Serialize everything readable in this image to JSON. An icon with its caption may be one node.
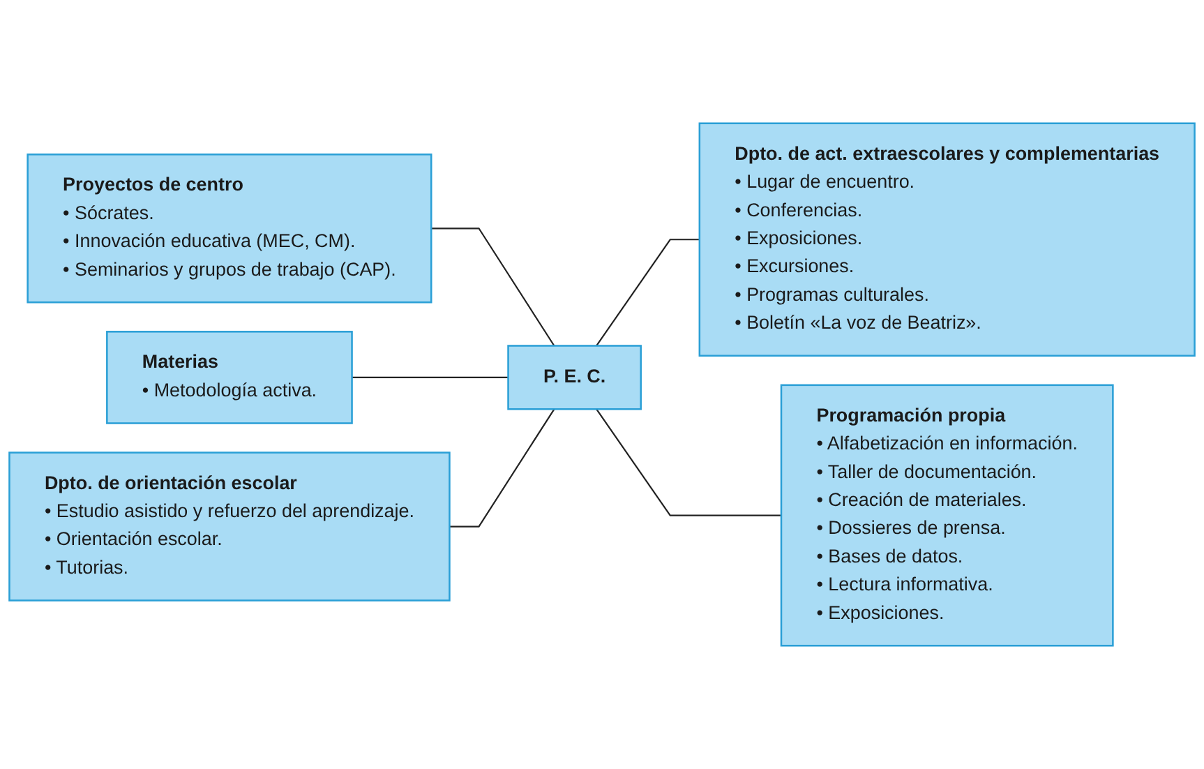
{
  "diagram": {
    "nodes": [
      {
        "text": [
          "Proyectos de centro",
          "• Sócrates.",
          "• Innovación educativa (MEC, CM).",
          "• Seminarios y grupos de trabajo (CAP)."
        ]
      },
      {
        "text": [
          "Dpto. de act. extraescolares y complementarias",
          "• Lugar de encuentro.",
          "• Conferencias.",
          "• Exposiciones.",
          "• Excursiones.",
          "• Programas culturales.",
          "• Boletín «La voz de Beatriz»."
        ]
      },
      {
        "text": [
          "Materias",
          "• Metodología activa."
        ]
      },
      {
        "text": [
          "P. E. C."
        ]
      },
      {
        "text": [
          "Programación propia",
          "• Alfabetización en información.",
          "• Taller de documentación.",
          "• Creación de materiales.",
          "• Dossieres de prensa.",
          "• Bases de datos.",
          "• Lectura informativa.",
          "• Exposiciones."
        ]
      },
      {
        "text": [
          "Dpto. de orientación escolar",
          "• Estudio asistido y refuerzo del aprendizaje.",
          "• Orientación escolar.",
          "• Tutorias."
        ]
      }
    ],
    "edges": [
      {
        "from": 0,
        "to": 3,
        "arrow": "none"
      },
      {
        "from": 3,
        "to": 1,
        "arrow": "none"
      },
      {
        "from": 2,
        "to": 3,
        "arrow": "none"
      },
      {
        "from": 3,
        "to": 4,
        "arrow": "none"
      },
      {
        "from": 5,
        "to": 3,
        "arrow": "none"
      }
    ]
  }
}
